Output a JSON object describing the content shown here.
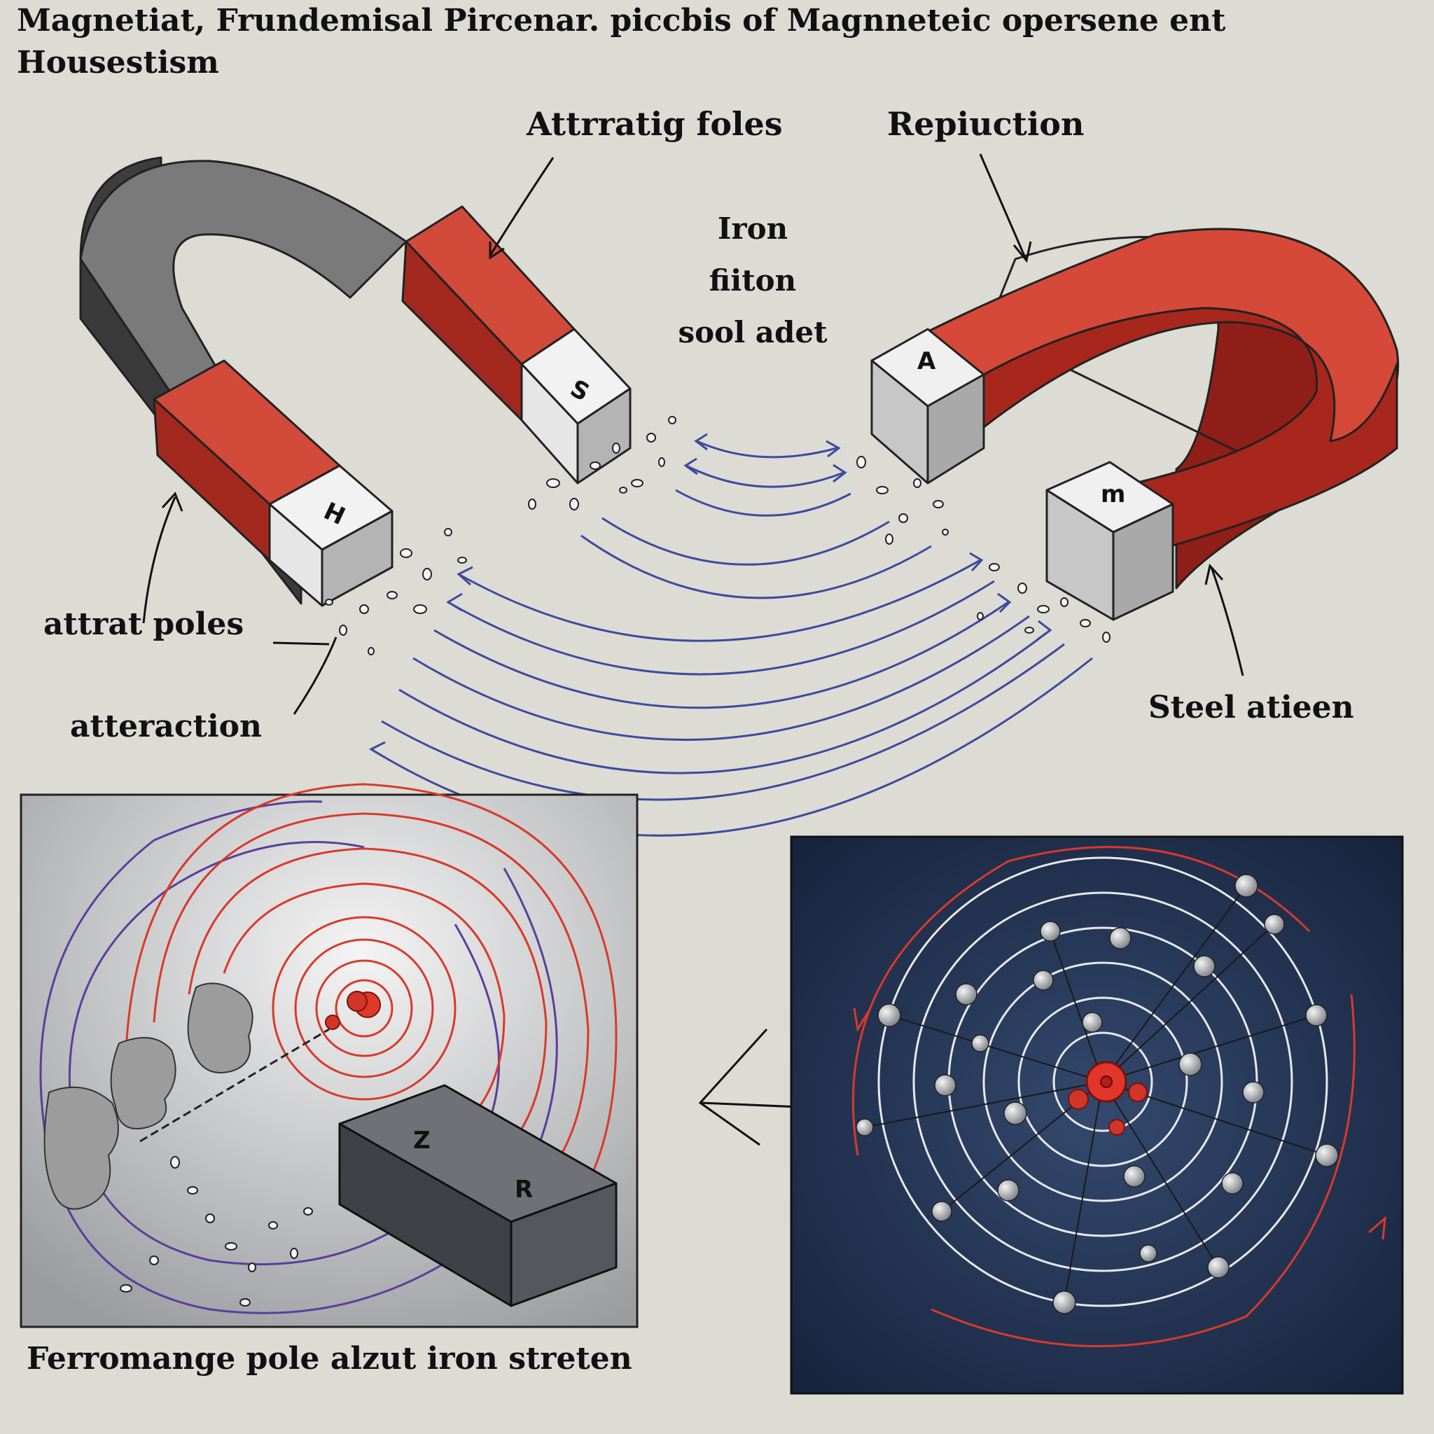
{
  "title": "Magnetiat, Frundemisal Pircenar. piccbis of Magnneteic opersene ent Housestism",
  "labels": {
    "attracting_poles_top": "Attrratig foles",
    "repulsion": "Repiuction",
    "iron_lines": [
      "Iron",
      "fiiton",
      "sool adet"
    ],
    "attract_poles_left": "attrat poles",
    "attraction": "atteraction",
    "steel": "Steel atieen",
    "ferromagnetic": "Ferromange pole alzut iron streten"
  },
  "poles": {
    "left_magnet_top": "S",
    "left_magnet_bottom": "H",
    "right_magnet_top": "A",
    "right_magnet_bottom": "m",
    "bar_magnet_top": "Z",
    "bar_magnet_front": "R"
  },
  "colors": {
    "background": "#dcdcd4",
    "magnet_red": "#d04030",
    "magnet_dark_red": "#a0241c",
    "magnet_gray": "#6a6a6a",
    "pole_face": "#ececec",
    "field_line_blue": "#3d4a9e",
    "field_line_red": "#d83a2a",
    "atom_panel_bg": "#1f3150"
  }
}
